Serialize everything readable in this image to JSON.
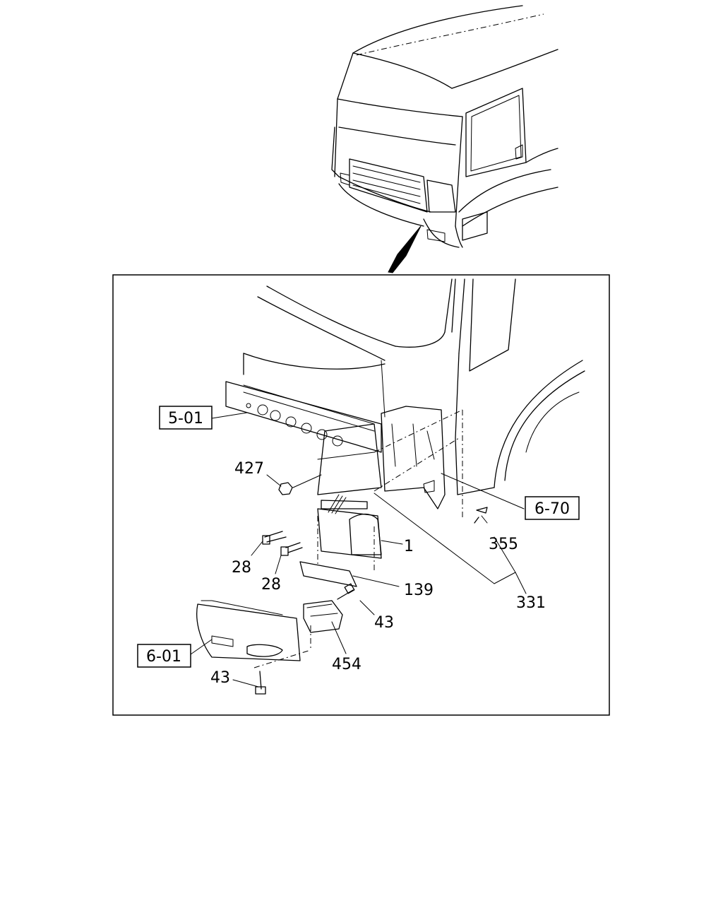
{
  "diagram": {
    "callouts": {
      "ref_5_01": "5-01",
      "ref_6_70": "6-70",
      "ref_6_01": "6-01",
      "part_427": "427",
      "part_1": "1",
      "part_28a": "28",
      "part_28b": "28",
      "part_355": "355",
      "part_139": "139",
      "part_331": "331",
      "part_43a": "43",
      "part_454": "454",
      "part_43b": "43"
    }
  }
}
